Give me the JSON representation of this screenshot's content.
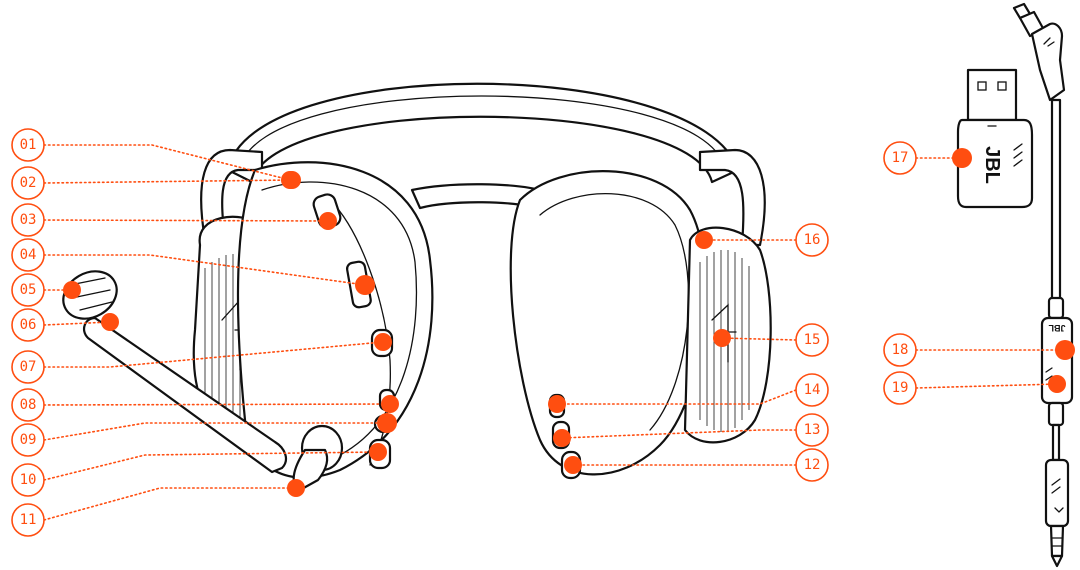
{
  "diagram": {
    "accent_color": "#ff4e10",
    "outline_color": "#111111",
    "device_labels": {
      "dongle_logo": "JBL",
      "cable_logo": "JBL"
    },
    "callouts": [
      {
        "label": "01"
      },
      {
        "label": "02"
      },
      {
        "label": "03"
      },
      {
        "label": "04"
      },
      {
        "label": "05"
      },
      {
        "label": "06"
      },
      {
        "label": "07"
      },
      {
        "label": "08"
      },
      {
        "label": "09"
      },
      {
        "label": "10"
      },
      {
        "label": "11"
      },
      {
        "label": "12"
      },
      {
        "label": "13"
      },
      {
        "label": "14"
      },
      {
        "label": "15"
      },
      {
        "label": "16"
      },
      {
        "label": "17"
      },
      {
        "label": "18"
      },
      {
        "label": "19"
      }
    ]
  }
}
